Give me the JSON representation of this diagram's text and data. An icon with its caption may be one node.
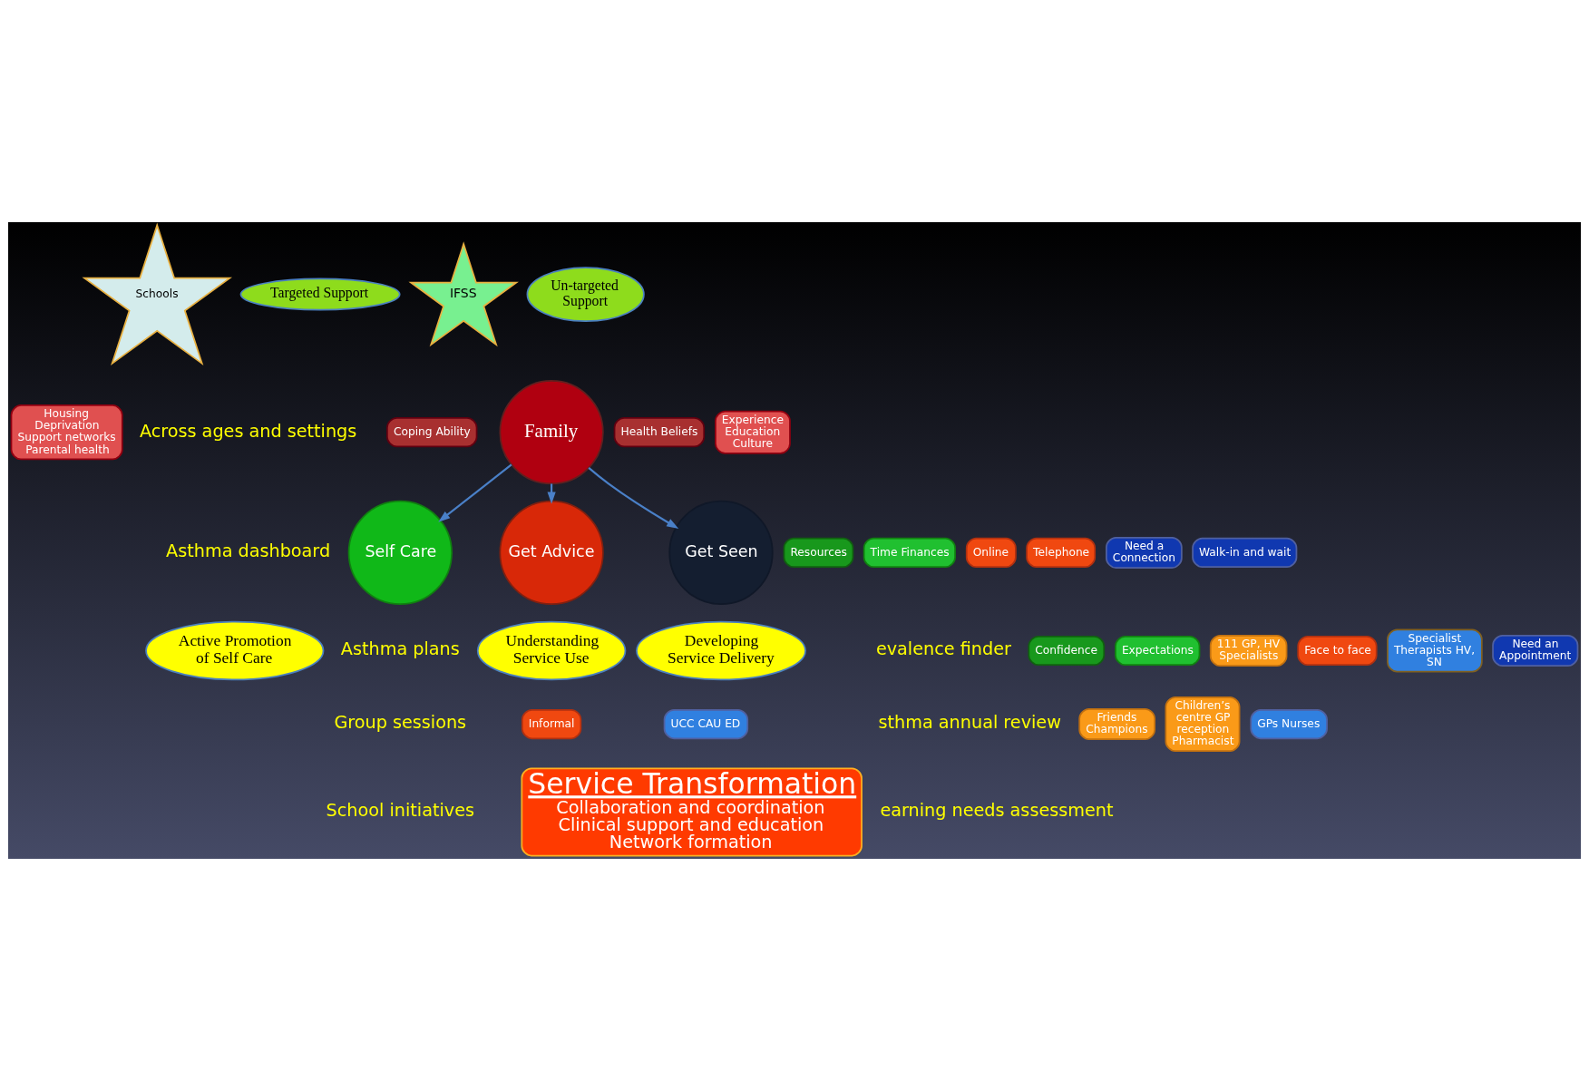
{
  "diagram": {
    "nodes": [
      {
        "text": [
          "Schools"
        ]
      },
      {
        "text": [
          "Targeted Support"
        ]
      },
      {
        "text": [
          "IFSS"
        ]
      },
      {
        "text": [
          "Un-targeted Support"
        ]
      },
      {
        "text": [
          "Housing Deprivation Support networks Parental health"
        ]
      },
      {
        "text": [
          "Coping Ability"
        ]
      },
      {
        "text": [
          "Family"
        ]
      },
      {
        "text": [
          "Health Beliefs"
        ]
      },
      {
        "text": [
          "Experience Education Culture"
        ]
      },
      {
        "text": [
          "Self Care"
        ]
      },
      {
        "text": [
          "Resources"
        ]
      },
      {
        "text": [
          "Time Finances"
        ]
      },
      {
        "text": [
          "Active Promotion of Self Care"
        ]
      },
      {
        "text": [
          "Confidence"
        ]
      },
      {
        "text": [
          "Expectations"
        ]
      },
      {
        "text": [
          "Understanding Service Use"
        ]
      },
      {
        "text": [
          "Get Advice"
        ]
      },
      {
        "text": [
          "Online"
        ]
      },
      {
        "text": [
          "Telephone"
        ]
      },
      {
        "text": [
          "111 GP, HV Specialists"
        ]
      },
      {
        "text": [
          "Face to face"
        ]
      },
      {
        "text": [
          "Informal"
        ]
      },
      {
        "text": [
          "Friends Champions"
        ]
      },
      {
        "text": [
          "Children’s centre GP reception Pharmacist"
        ]
      },
      {
        "text": [
          "Developing Service Delivery"
        ]
      },
      {
        "text": [
          "Get Seen"
        ]
      },
      {
        "text": [
          "Need a Connection"
        ]
      },
      {
        "text": [
          "Walk-in and wait"
        ]
      },
      {
        "text": [
          "Specialist Therapists HV, SN"
        ]
      },
      {
        "text": [
          "Need an Appointment"
        ]
      },
      {
        "text": [
          "UCC CAU ED"
        ]
      },
      {
        "text": [
          "GPs Nurses"
        ]
      },
      {
        "text": [
          "Service Transformation",
          "Collaboration and coordination",
          "Clinical support and education",
          "Network formation"
        ]
      }
    ],
    "edges": [
      {
        "from": 6,
        "to": 9,
        "arrow": "to"
      },
      {
        "from": 6,
        "to": 16,
        "arrow": "to"
      },
      {
        "from": 6,
        "to": 25,
        "arrow": "to"
      }
    ],
    "labels": [
      "Asthma plans",
      "Group sessions",
      "School initiatives",
      "Across ages and settings",
      "Asthma dashboard",
      "evalence finder",
      "sthma annual review",
      "earning needs assessment"
    ]
  }
}
